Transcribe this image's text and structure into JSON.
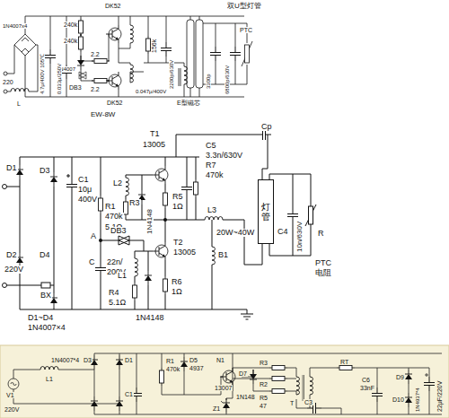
{
  "diagram": {
    "nodes": [
      {
        "text": [
          "灯管"
        ]
      }
    ],
    "labels": [
      "DK52",
      "双U型灯管",
      "240k",
      "240k",
      "2.2",
      "1N4007",
      "156k",
      "2200p/630V",
      "PTC",
      "1N4007x4",
      "4.7μ/400V 105℃",
      "220",
      "DB3",
      "0.033μ/250V",
      "2.2",
      "DK52",
      "0.047μ/400V",
      "3300p",
      "6800p/630V",
      "E型磁芯",
      "EW-8W",
      "L",
      "T1",
      "13005",
      "C5",
      "3.3n/630V",
      "R7",
      "470k",
      "Cp",
      "D1",
      "D3",
      "C1",
      "10μ",
      "400V",
      "L2",
      "1N4148",
      "R5",
      "1Ω",
      "R1",
      "470k",
      "5.1Ω",
      "R3",
      "A",
      "DB3",
      "T2",
      "13005",
      "L3",
      "20W~40W",
      "C4",
      "10n/630V",
      "R",
      "PTC",
      "电阻",
      "C",
      "22n/",
      "200V",
      "L1",
      "B1",
      "D2",
      "D4",
      "220V",
      "R6",
      "1Ω",
      "R4",
      "5.1Ω",
      "BX",
      "D1~D4",
      "1N4007×4",
      "1N4148",
      "1N4007*4",
      "D3",
      "D1",
      "R1",
      "470k",
      "D5",
      "4937",
      "N1",
      "13007",
      "R3",
      "R2",
      "D7",
      "1N148",
      "R5",
      "47",
      "C6",
      "33nF",
      "RT",
      "D9",
      "22μF/220V",
      "V1",
      "220V",
      "L1",
      "C1",
      "C3",
      "T",
      "Z1",
      "D10",
      "1N4937*4"
    ]
  }
}
